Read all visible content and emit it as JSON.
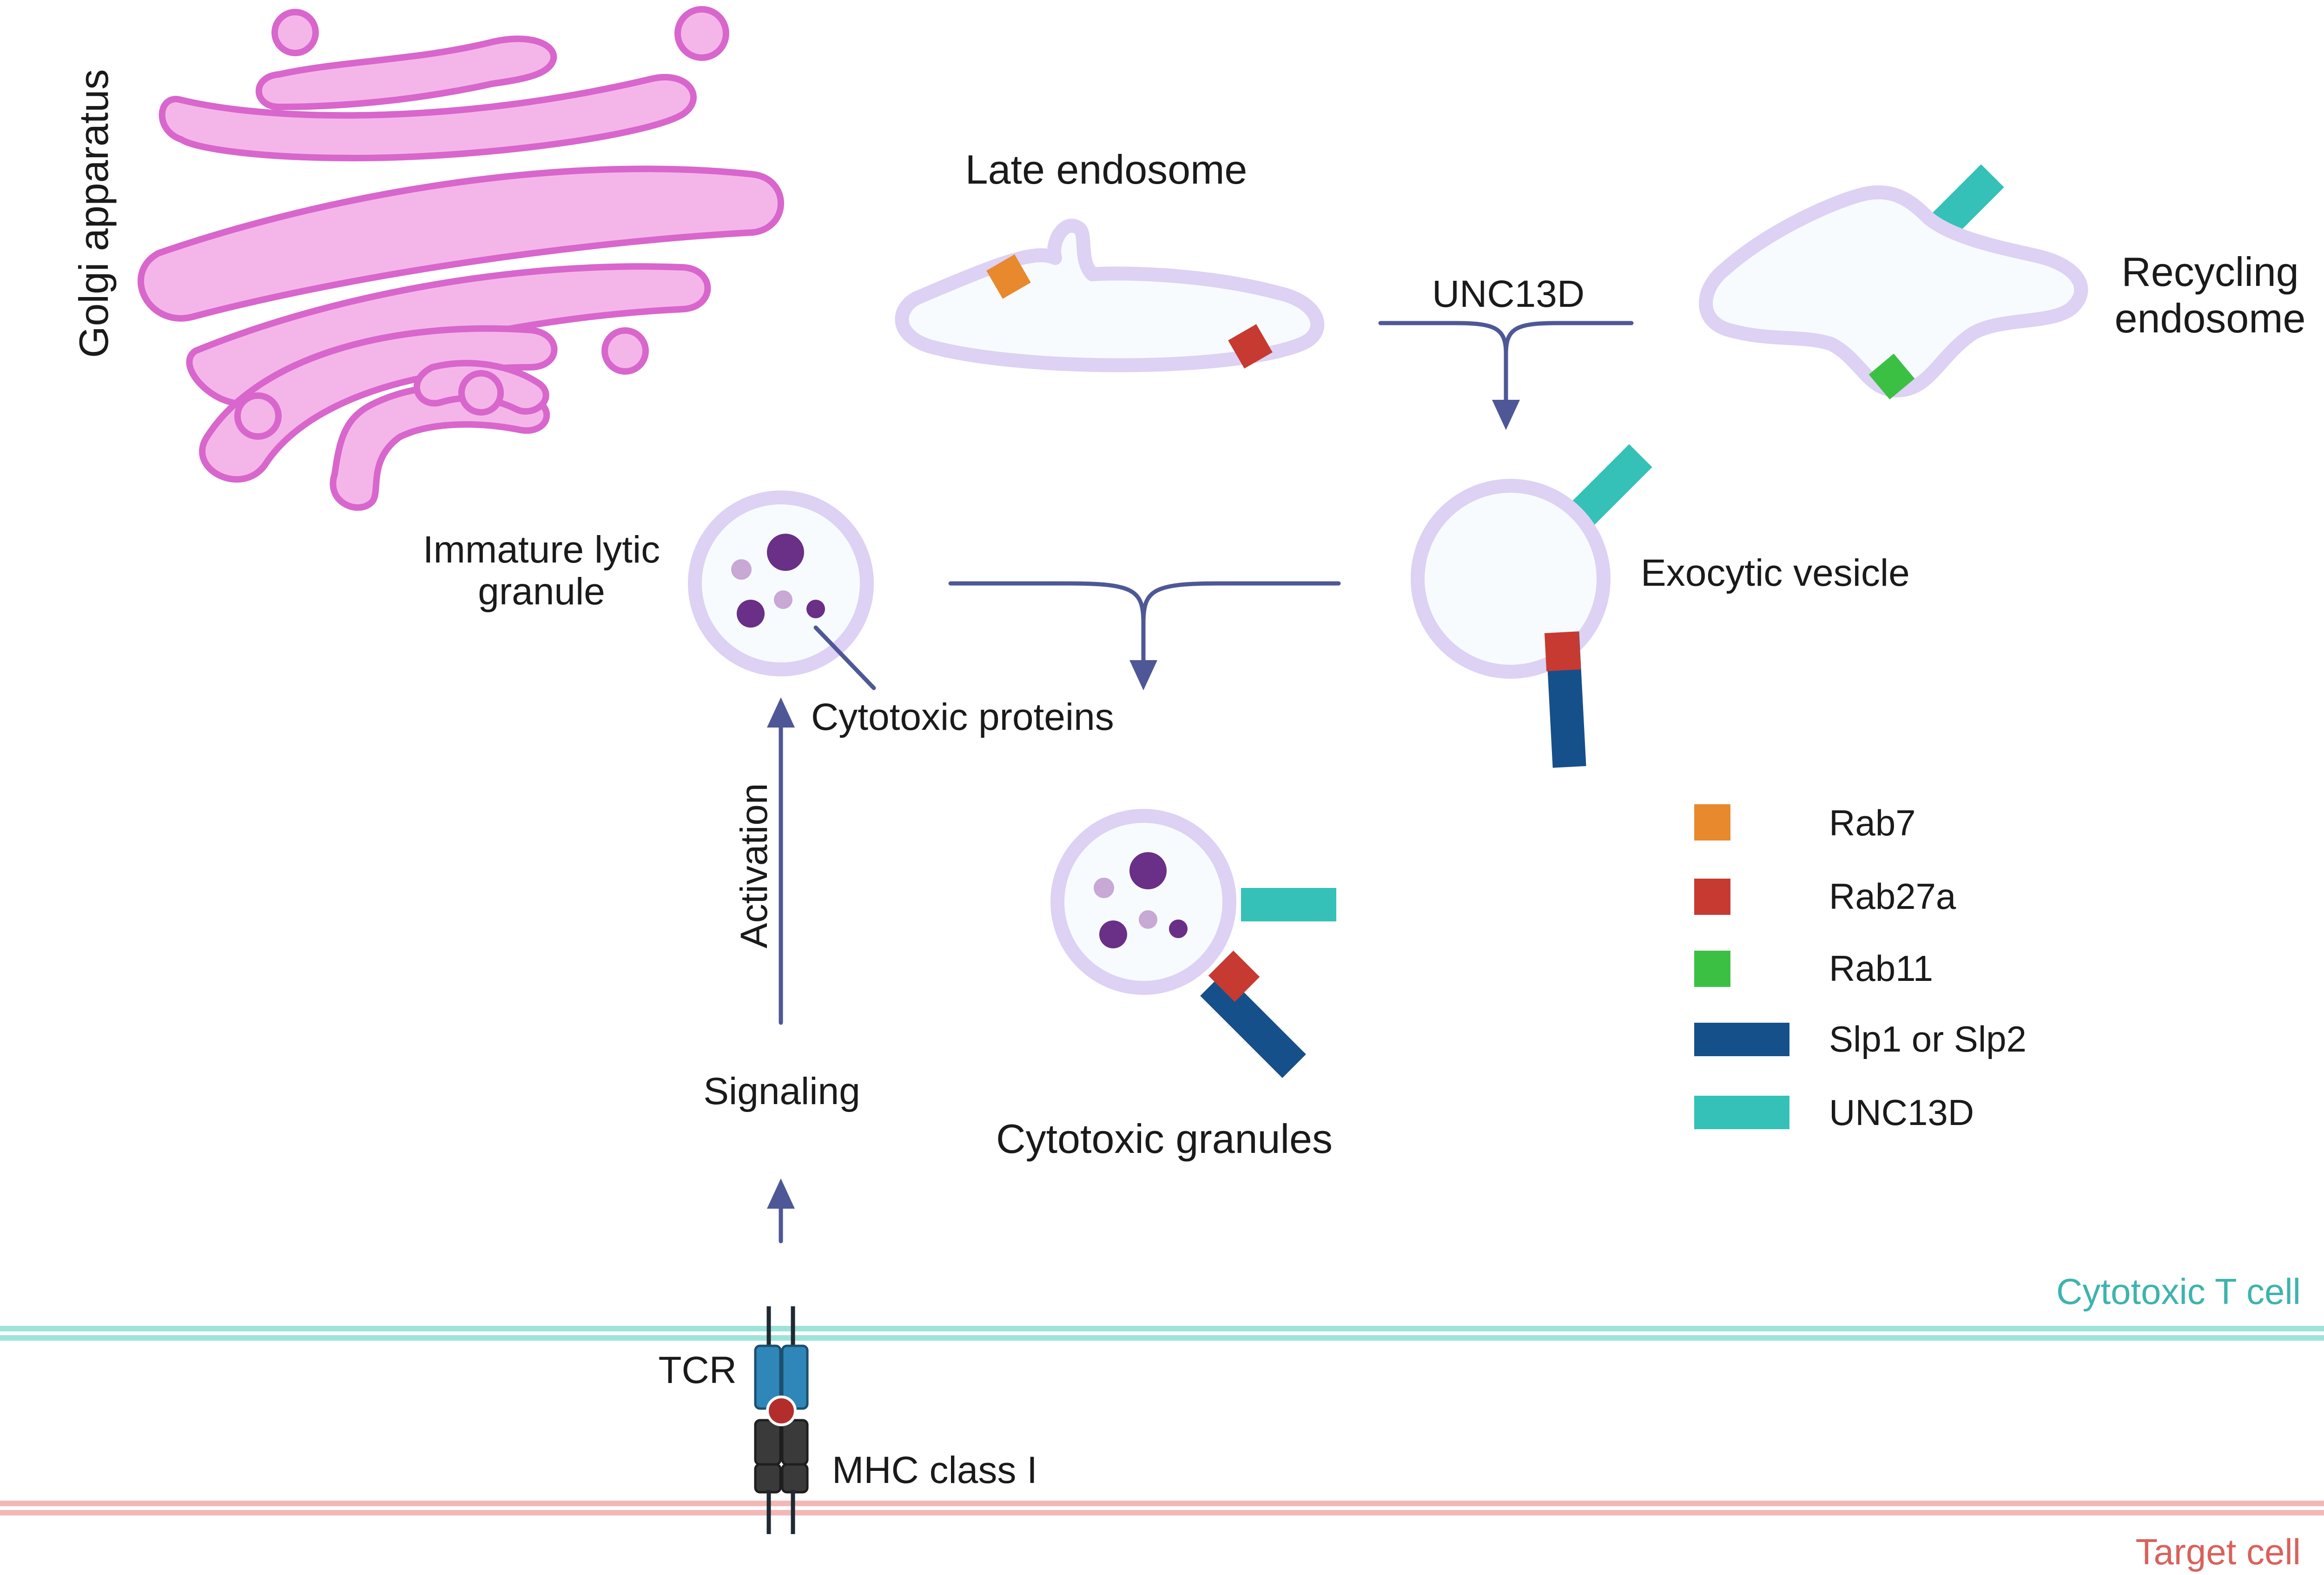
{
  "colors": {
    "golgi_fill": "#f4b6e9",
    "golgi_stroke": "#d866cc",
    "vesicle_stroke": "#d9cdf2",
    "vesicle_fill": "#f7fbfd",
    "arrow": "#4e5896",
    "rab7": "#e8892e",
    "rab27a": "#c63a31",
    "rab11": "#3cc044",
    "slp": "#16508a",
    "unc13d": "#35c1b7",
    "t_cell_membrane": "#9ee3d9",
    "target_membrane": "#f2b8b6",
    "granule_dark": "#6a2f86",
    "granule_light": "#c8a8d4",
    "tcr": "#2f86b8",
    "mhc": "#3a3a3a"
  },
  "labels": {
    "golgi": "Golgi apparatus",
    "late_endosome": "Late endosome",
    "recycling_endosome_line1": "Recycling",
    "recycling_endosome_line2": "endosome",
    "unc13d_arrow": "UNC13D",
    "immature_line1": "Immature lytic",
    "immature_line2": "granule",
    "exocytic_vesicle": "Exocytic vesicle",
    "cytotoxic_proteins": "Cytotoxic proteins",
    "activation": "Activation",
    "signaling": "Signaling",
    "cytotoxic_granules": "Cytotoxic granules",
    "cytotoxic_t_cell": "Cytotoxic T cell",
    "target_cell": "Target cell",
    "tcr": "TCR",
    "mhc": "MHC class I"
  },
  "legend": [
    {
      "label": "Rab7",
      "color_key": "rab7",
      "shape": "square"
    },
    {
      "label": "Rab27a",
      "color_key": "rab27a",
      "shape": "square"
    },
    {
      "label": "Rab11",
      "color_key": "rab11",
      "shape": "square"
    },
    {
      "label": "Slp1 or Slp2",
      "color_key": "slp",
      "shape": "bar"
    },
    {
      "label": "UNC13D",
      "color_key": "unc13d",
      "shape": "bar"
    }
  ]
}
